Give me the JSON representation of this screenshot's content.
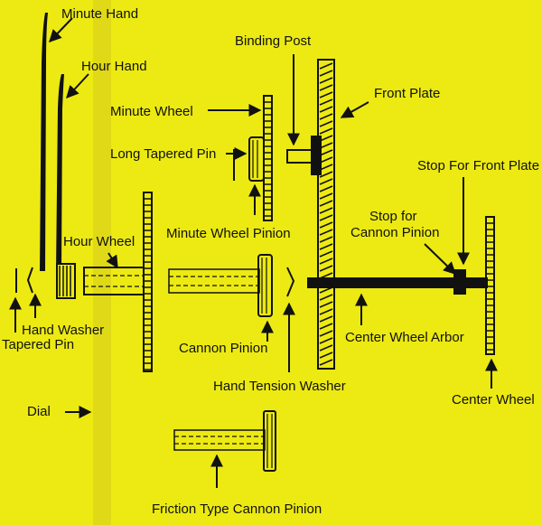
{
  "colors": {
    "background": "#ecea12",
    "ink": "#111111",
    "dial_band": "#dcd21a"
  },
  "labels": {
    "minute_hand": "Minute Hand",
    "hour_hand": "Hour Hand",
    "minute_wheel": "Minute Wheel",
    "long_tapered_pin": "Long Tapered Pin",
    "minute_wheel_pinion": "Minute Wheel Pinion",
    "binding_post": "Binding Post",
    "front_plate": "Front Plate",
    "stop_front_plate": "Stop For Front Plate",
    "stop_cannon_pinion_1": "Stop for",
    "stop_cannon_pinion_2": "Cannon Pinion",
    "hour_wheel": "Hour Wheel",
    "hand_washer": "Hand Washer",
    "tapered_pin": "Tapered Pin",
    "cannon_pinion": "Cannon Pinion",
    "center_wheel_arbor": "Center Wheel Arbor",
    "hand_tension_washer": "Hand Tension Washer",
    "center_wheel": "Center Wheel",
    "dial": "Dial",
    "friction_cannon_pinion": "Friction Type Cannon Pinion"
  }
}
